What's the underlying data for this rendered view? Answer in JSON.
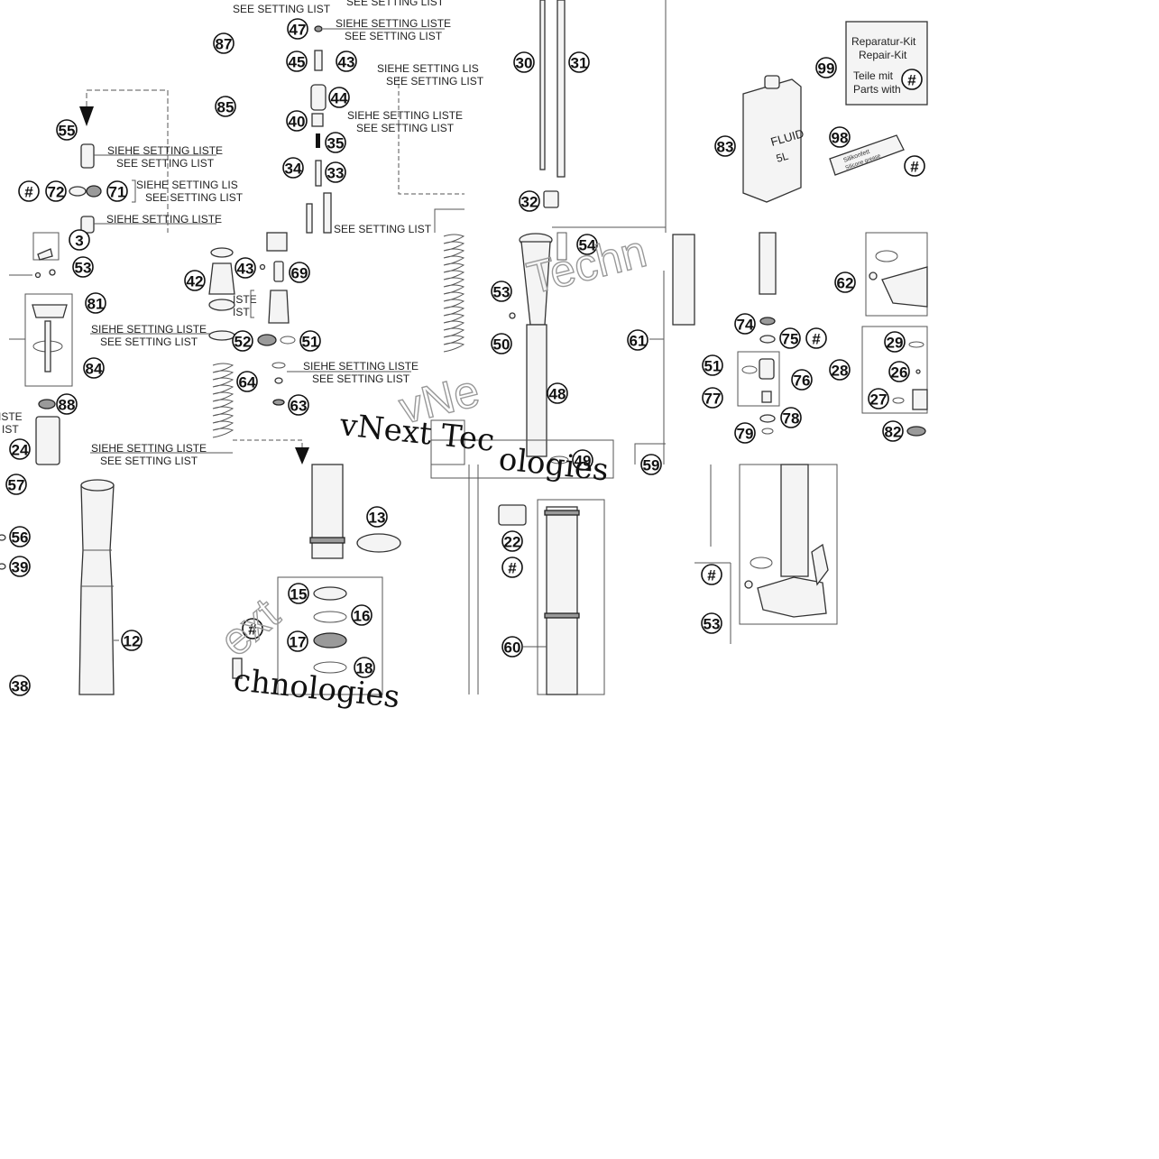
{
  "callouts": [
    {
      "id": "c87",
      "label": "87"
    },
    {
      "id": "c85",
      "label": "85"
    },
    {
      "id": "c55",
      "label": "55"
    },
    {
      "id": "c72a",
      "label": "#"
    },
    {
      "id": "c72",
      "label": "72"
    },
    {
      "id": "c71",
      "label": "71"
    },
    {
      "id": "c47",
      "label": "47"
    },
    {
      "id": "c45",
      "label": "45"
    },
    {
      "id": "c43a",
      "label": "43"
    },
    {
      "id": "c44",
      "label": "44"
    },
    {
      "id": "c40",
      "label": "40"
    },
    {
      "id": "c35",
      "label": "35"
    },
    {
      "id": "c34",
      "label": "34"
    },
    {
      "id": "c33",
      "label": "33"
    },
    {
      "id": "c30",
      "label": "30"
    },
    {
      "id": "c31",
      "label": "31"
    },
    {
      "id": "c32",
      "label": "32"
    },
    {
      "id": "c99",
      "label": "99"
    },
    {
      "id": "c83",
      "label": "83"
    },
    {
      "id": "c98",
      "label": "98"
    },
    {
      "id": "c98h",
      "label": "#"
    },
    {
      "id": "c3",
      "label": "3"
    },
    {
      "id": "c53a",
      "label": "53"
    },
    {
      "id": "c81",
      "label": "81"
    },
    {
      "id": "c84",
      "label": "84"
    },
    {
      "id": "c88",
      "label": "88"
    },
    {
      "id": "c24",
      "label": "24"
    },
    {
      "id": "c42",
      "label": "42"
    },
    {
      "id": "c43b",
      "label": "43"
    },
    {
      "id": "c69",
      "label": "69"
    },
    {
      "id": "c52",
      "label": "52"
    },
    {
      "id": "c51a",
      "label": "51"
    },
    {
      "id": "c64",
      "label": "64"
    },
    {
      "id": "c63",
      "label": "63"
    },
    {
      "id": "c54",
      "label": "54"
    },
    {
      "id": "c53b",
      "label": "53"
    },
    {
      "id": "c50",
      "label": "50"
    },
    {
      "id": "c48",
      "label": "48"
    },
    {
      "id": "c49",
      "label": "49"
    },
    {
      "id": "c61",
      "label": "61"
    },
    {
      "id": "c59",
      "label": "59"
    },
    {
      "id": "c62",
      "label": "62"
    },
    {
      "id": "c74",
      "label": "74"
    },
    {
      "id": "c75",
      "label": "75"
    },
    {
      "id": "c75h",
      "label": "#"
    },
    {
      "id": "c51b",
      "label": "51"
    },
    {
      "id": "c76",
      "label": "76"
    },
    {
      "id": "c77",
      "label": "77"
    },
    {
      "id": "c78",
      "label": "78"
    },
    {
      "id": "c79",
      "label": "79"
    },
    {
      "id": "c29",
      "label": "29"
    },
    {
      "id": "c28",
      "label": "28"
    },
    {
      "id": "c26",
      "label": "26"
    },
    {
      "id": "c27",
      "label": "27"
    },
    {
      "id": "c82",
      "label": "82"
    },
    {
      "id": "c57",
      "label": "57"
    },
    {
      "id": "c56",
      "label": "56"
    },
    {
      "id": "c39",
      "label": "39"
    },
    {
      "id": "c12",
      "label": "12"
    },
    {
      "id": "c38",
      "label": "38"
    },
    {
      "id": "c13",
      "label": "13"
    },
    {
      "id": "c15",
      "label": "15"
    },
    {
      "id": "c16",
      "label": "16"
    },
    {
      "id": "c17",
      "label": "17"
    },
    {
      "id": "c17h",
      "label": "#"
    },
    {
      "id": "c18",
      "label": "18"
    },
    {
      "id": "c22",
      "label": "22"
    },
    {
      "id": "c22h",
      "label": "#"
    },
    {
      "id": "c60",
      "label": "60"
    },
    {
      "id": "c53h",
      "label": "#"
    },
    {
      "id": "c53c",
      "label": "53"
    }
  ],
  "setting_labels": {
    "de": "SIEHE SETTING LISTE",
    "en": "SEE SETTING LIST",
    "de_partial": "SIEHE SETTING LIS",
    "de_cut": "LISTE",
    "en_cut": "LIST",
    "de_cut_short": "ISTE",
    "en_cut_short": "IST"
  },
  "repair_kit": {
    "line1": "Reparatur-Kit",
    "line2": "Repair-Kit",
    "line3": "Teile mit",
    "line4": "Parts with",
    "symbol": "#"
  },
  "fluid_can": {
    "line1": "FLUID",
    "line2": "5L"
  },
  "grease_tube": {
    "line1": "Silikonfett",
    "line2": "Silicone grease"
  },
  "watermark": {
    "text1": "vNext Tec",
    "text2": "Techn",
    "text3": "vNe",
    "text4": "chnologies",
    "text5": "ologies",
    "text6": "ext"
  }
}
